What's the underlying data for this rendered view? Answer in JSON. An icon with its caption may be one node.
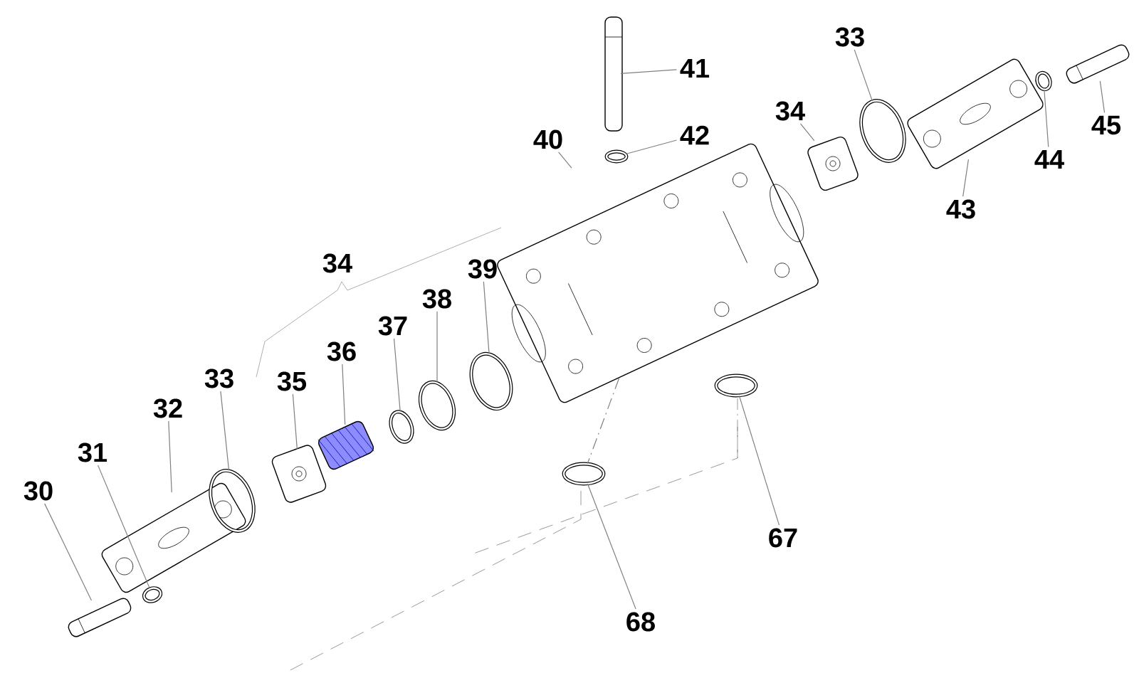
{
  "diagram": {
    "nodes": [
      {
        "text": [
          "30"
        ]
      },
      {
        "text": [
          "31"
        ]
      },
      {
        "text": [
          "32"
        ]
      },
      {
        "text": [
          "33"
        ]
      },
      {
        "text": [
          "35"
        ]
      },
      {
        "text": [
          "36"
        ]
      },
      {
        "text": [
          "37"
        ]
      },
      {
        "text": [
          "38"
        ]
      },
      {
        "text": [
          "39"
        ]
      },
      {
        "text": [
          "40"
        ]
      },
      {
        "text": [
          "41"
        ]
      },
      {
        "text": [
          "42"
        ]
      },
      {
        "text": [
          "34"
        ]
      },
      {
        "text": [
          "33"
        ]
      },
      {
        "text": [
          "43"
        ]
      },
      {
        "text": [
          "44"
        ]
      },
      {
        "text": [
          "45"
        ]
      },
      {
        "text": [
          "67"
        ]
      },
      {
        "text": [
          "68"
        ]
      },
      {
        "text": [],
        "shape": "picture"
      },
      {
        "text": [],
        "shape": "circle"
      },
      {
        "text": [],
        "shape": "picture"
      },
      {
        "text": [],
        "shape": "circle"
      },
      {
        "text": [],
        "shape": "picture"
      },
      {
        "text": [],
        "shape": "picture"
      },
      {
        "text": [],
        "shape": "circle"
      },
      {
        "text": [],
        "shape": "circle"
      },
      {
        "text": [],
        "shape": "circle"
      },
      {
        "text": [],
        "shape": "picture"
      },
      {
        "text": [],
        "shape": "picture"
      },
      {
        "text": [],
        "shape": "circle"
      },
      {
        "text": [],
        "shape": "picture"
      },
      {
        "text": [],
        "shape": "circle"
      },
      {
        "text": [],
        "shape": "picture"
      },
      {
        "text": [],
        "shape": "circle"
      },
      {
        "text": [],
        "shape": "picture"
      },
      {
        "text": [],
        "shape": "circle"
      },
      {
        "text": [],
        "shape": "circle"
      }
    ],
    "edges": [
      {
        "from": 0,
        "to": 19,
        "arrow": "none"
      },
      {
        "from": 1,
        "to": 20,
        "arrow": "none"
      },
      {
        "from": 2,
        "to": 21,
        "arrow": "none"
      },
      {
        "from": 3,
        "to": 22,
        "arrow": "none"
      },
      {
        "from": 4,
        "to": 23,
        "arrow": "none"
      },
      {
        "from": 5,
        "to": 24,
        "arrow": "none"
      },
      {
        "from": 6,
        "to": 25,
        "arrow": "none"
      },
      {
        "from": 7,
        "to": 26,
        "arrow": "none"
      },
      {
        "from": 8,
        "to": 27,
        "arrow": "none"
      },
      {
        "from": 9,
        "to": 28,
        "arrow": "none"
      },
      {
        "from": 10,
        "to": 29,
        "arrow": "none"
      },
      {
        "from": 11,
        "to": 30,
        "arrow": "none"
      },
      {
        "from": 12,
        "to": 31,
        "arrow": "none"
      },
      {
        "from": 13,
        "to": 32,
        "arrow": "none"
      },
      {
        "from": 14,
        "to": 33,
        "arrow": "none"
      },
      {
        "from": 15,
        "to": 34,
        "arrow": "none"
      },
      {
        "from": 16,
        "to": 35,
        "arrow": "none"
      },
      {
        "from": 17,
        "to": 36,
        "arrow": "none"
      },
      {
        "from": 18,
        "to": 37,
        "arrow": "none"
      },
      {
        "from": 28,
        "to": 37,
        "arrow": "none",
        "style": "dashed"
      }
    ],
    "labels": [
      "34"
    ]
  }
}
